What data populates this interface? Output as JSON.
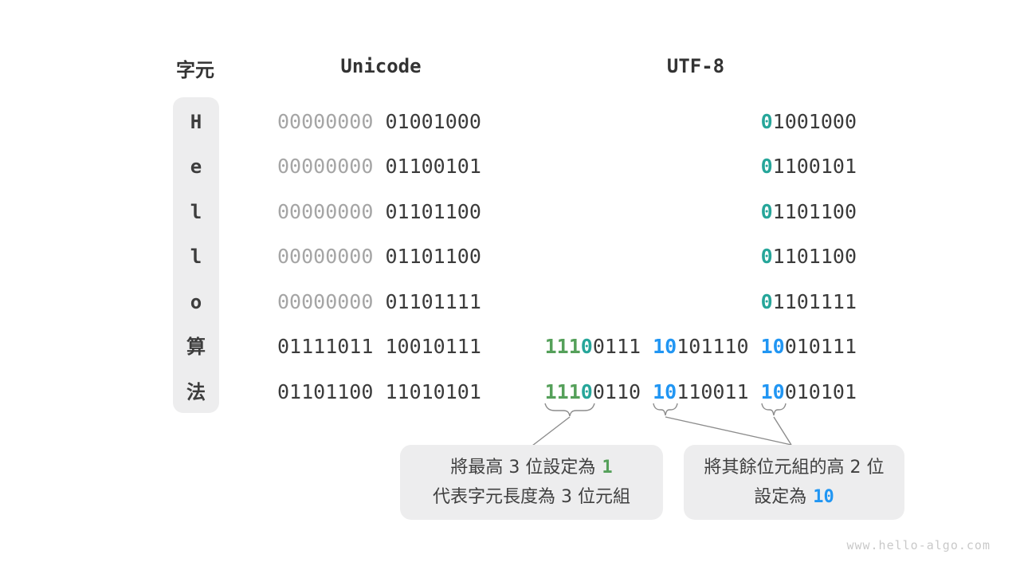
{
  "headers": {
    "char": "字元",
    "unicode": "Unicode",
    "utf8": "UTF-8"
  },
  "colors": {
    "dark": "#3b3b3b",
    "gray": "#a5a5a5",
    "teal": "#26a69a",
    "green": "#55a05a",
    "blue": "#2196f3"
  },
  "rows": [
    {
      "char": "H",
      "unicode": [
        {
          "t": "00000000",
          "c": "gray"
        },
        {
          "t": " 01001000",
          "c": "dark"
        }
      ],
      "utf8": [
        {
          "t": "0",
          "c": "teal"
        },
        {
          "t": "1001000",
          "c": "dark"
        }
      ]
    },
    {
      "char": "e",
      "unicode": [
        {
          "t": "00000000",
          "c": "gray"
        },
        {
          "t": " 01100101",
          "c": "dark"
        }
      ],
      "utf8": [
        {
          "t": "0",
          "c": "teal"
        },
        {
          "t": "1100101",
          "c": "dark"
        }
      ]
    },
    {
      "char": "l",
      "unicode": [
        {
          "t": "00000000",
          "c": "gray"
        },
        {
          "t": " 01101100",
          "c": "dark"
        }
      ],
      "utf8": [
        {
          "t": "0",
          "c": "teal"
        },
        {
          "t": "1101100",
          "c": "dark"
        }
      ]
    },
    {
      "char": "l",
      "unicode": [
        {
          "t": "00000000",
          "c": "gray"
        },
        {
          "t": " 01101100",
          "c": "dark"
        }
      ],
      "utf8": [
        {
          "t": "0",
          "c": "teal"
        },
        {
          "t": "1101100",
          "c": "dark"
        }
      ]
    },
    {
      "char": "o",
      "unicode": [
        {
          "t": "00000000",
          "c": "gray"
        },
        {
          "t": " 01101111",
          "c": "dark"
        }
      ],
      "utf8": [
        {
          "t": "0",
          "c": "teal"
        },
        {
          "t": "1101111",
          "c": "dark"
        }
      ]
    },
    {
      "char": "算",
      "unicode": [
        {
          "t": "01111011 10010111",
          "c": "dark"
        }
      ],
      "utf8": [
        {
          "t": "111",
          "c": "green"
        },
        {
          "t": "0",
          "c": "teal"
        },
        {
          "t": "0111 ",
          "c": "dark"
        },
        {
          "t": "10",
          "c": "blue"
        },
        {
          "t": "101110 ",
          "c": "dark"
        },
        {
          "t": "10",
          "c": "blue"
        },
        {
          "t": "010111",
          "c": "dark"
        }
      ]
    },
    {
      "char": "法",
      "unicode": [
        {
          "t": "01101100 11010101",
          "c": "dark"
        }
      ],
      "utf8": [
        {
          "t": "111",
          "c": "green"
        },
        {
          "t": "0",
          "c": "teal"
        },
        {
          "t": "0110 ",
          "c": "dark"
        },
        {
          "t": "10",
          "c": "blue"
        },
        {
          "t": "110011 ",
          "c": "dark"
        },
        {
          "t": "10",
          "c": "blue"
        },
        {
          "t": "010101",
          "c": "dark"
        }
      ]
    }
  ],
  "annotations": {
    "left": {
      "line1_text": "將最高 3 位設定為",
      "line1_value": "1",
      "line2_text": "代表字元長度為 3 位元組"
    },
    "right": {
      "line1_text": "將其餘位元組的高 2 位",
      "line2_text": "設定為",
      "line2_value": "10"
    }
  },
  "watermark": "www.hello-algo.com"
}
